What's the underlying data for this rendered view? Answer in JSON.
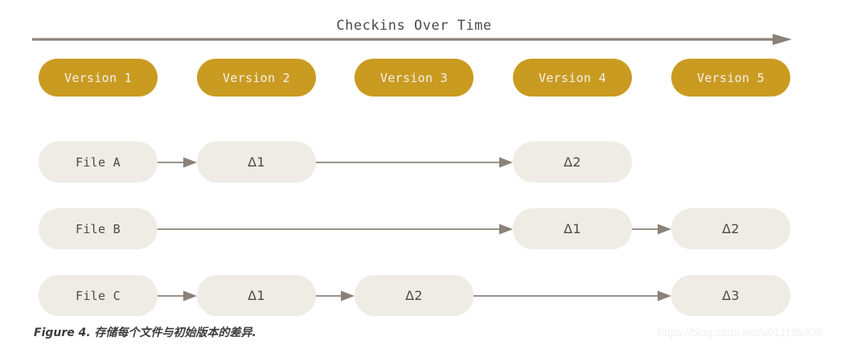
{
  "figure": {
    "timeline_title": "Checkins Over Time",
    "caption": "Figure 4. 存储每个文件与初始版本的差异.",
    "watermark": "https://blog.csdn.net/u011195398"
  },
  "colors": {
    "version_chip_bg": "#ca9b21",
    "version_chip_text": "#f4f2ef",
    "node_chip_bg": "#eeece5",
    "node_chip_text": "#4c4a46",
    "arrow": "#8a8279",
    "background": "#ffffff",
    "caption_text": "#3c3c3c",
    "watermark_text": "#f0f0f0"
  },
  "chart_data": {
    "type": "diagram",
    "title": "Checkins Over Time",
    "columns": [
      "Version 1",
      "Version 2",
      "Version 3",
      "Version 4",
      "Version 5"
    ],
    "rows": [
      {
        "name": "File A",
        "cells": [
          "File A",
          "Δ1",
          "",
          "Δ2",
          ""
        ]
      },
      {
        "name": "File B",
        "cells": [
          "File B",
          "",
          "",
          "Δ1",
          "Δ2"
        ]
      },
      {
        "name": "File C",
        "cells": [
          "File C",
          "Δ1",
          "Δ2",
          "",
          "Δ3"
        ]
      }
    ]
  },
  "versions": [
    {
      "label": "Version 1"
    },
    {
      "label": "Version 2"
    },
    {
      "label": "Version 3"
    },
    {
      "label": "Version 4"
    },
    {
      "label": "Version 5"
    }
  ],
  "rows": [
    {
      "label": "File A",
      "nodes": [
        {
          "label": "File A",
          "col": 0
        },
        {
          "label": "Δ1",
          "col": 1
        },
        {
          "label": "Δ2",
          "col": 3
        }
      ]
    },
    {
      "label": "File B",
      "nodes": [
        {
          "label": "File B",
          "col": 0
        },
        {
          "label": "Δ1",
          "col": 3
        },
        {
          "label": "Δ2",
          "col": 4
        }
      ]
    },
    {
      "label": "File C",
      "nodes": [
        {
          "label": "File C",
          "col": 0
        },
        {
          "label": "Δ1",
          "col": 1
        },
        {
          "label": "Δ2",
          "col": 2
        },
        {
          "label": "Δ3",
          "col": 4
        }
      ]
    }
  ]
}
